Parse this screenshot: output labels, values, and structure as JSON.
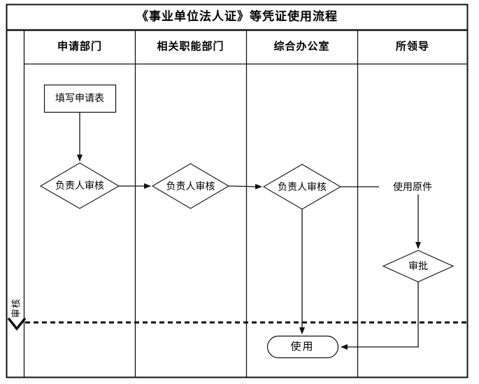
{
  "title": "《事业单位法人证》等凭证使用流程",
  "lanes": [
    {
      "label": "申请部门"
    },
    {
      "label": "相关职能部门"
    },
    {
      "label": "综合办公室"
    },
    {
      "label": "所领导"
    }
  ],
  "side_label": "审核",
  "nodes": {
    "fill_form": "填写申请表",
    "review1": "负责人审核",
    "review2": "负责人审核",
    "review3": "负责人审核",
    "use_original": "使用原件",
    "approve": "审批",
    "use": "使用"
  },
  "colors": {
    "line": "#111111",
    "background": "#ffffff",
    "text": "#000000"
  }
}
